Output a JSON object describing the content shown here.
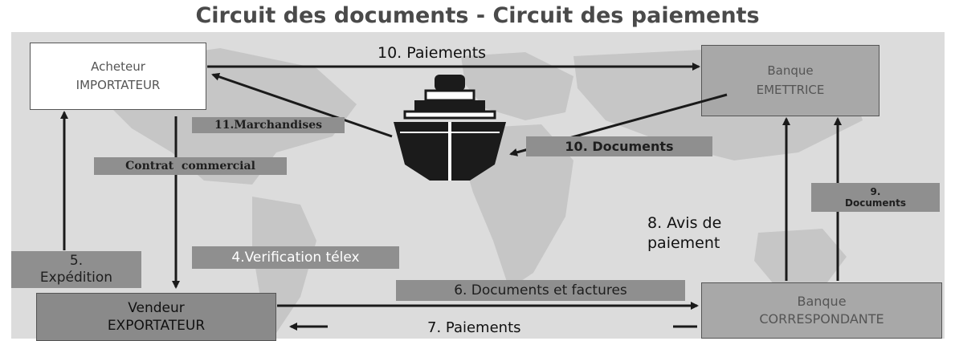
{
  "title": "Circuit des documents - Circuit des paiements",
  "nodes": {
    "acheteur": {
      "line1": "Acheteur",
      "line2": "IMPORTATEUR"
    },
    "banque_emettrice": {
      "line1": "Banque",
      "line2": "EMETTRICE"
    },
    "vendeur": {
      "line1": "Vendeur",
      "line2": "EXPORTATEUR"
    },
    "banque_correspondante": {
      "line1": "Banque",
      "line2": "CORRESPONDANTE"
    }
  },
  "flows": {
    "paiements_10": "10. Paiements",
    "marchandises_11": "11.Marchandises",
    "documents_10": "10. Documents",
    "contrat": "Contrat  commercial",
    "documents_9_line1": "9.",
    "documents_9_line2": "Documents",
    "avis_line1": "8. Avis de",
    "avis_line2": "paiement",
    "expedition_line1": "5.",
    "expedition_line2": "Expédition",
    "verification": "4.Verification télex",
    "documents_factures": "6. Documents et factures",
    "paiements_7": "7. Paiements"
  },
  "colors": {
    "background": "#dcdcdc",
    "map": "#c4c4c4",
    "acheteur_box": "#ffffff",
    "bank_box": "#a8a8a8",
    "vendeur_box": "#8a8a8a",
    "label_box": "#8f8f8f",
    "arrow": "#1a1a1a",
    "ship": "#1b1b1b"
  }
}
